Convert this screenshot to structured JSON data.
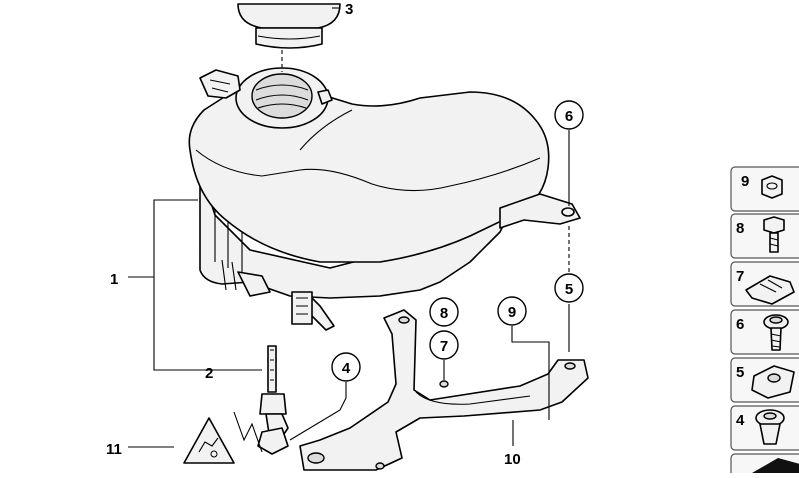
{
  "callouts": {
    "c1": "1",
    "c2": "2",
    "c3": "3",
    "c4": "4",
    "c5": "5",
    "c6": "6",
    "c7": "7",
    "c8": "8",
    "c9": "9",
    "c10": "10",
    "c11": "11"
  },
  "legend": {
    "items": [
      {
        "number": "9",
        "icon": "nut-icon"
      },
      {
        "number": "8",
        "icon": "hex-bolt-icon"
      },
      {
        "number": "7",
        "icon": "spring-clip-icon"
      },
      {
        "number": "6",
        "icon": "screw-with-washer-icon"
      },
      {
        "number": "5",
        "icon": "clip-nut-icon"
      },
      {
        "number": "4",
        "icon": "grommet-icon"
      }
    ]
  }
}
